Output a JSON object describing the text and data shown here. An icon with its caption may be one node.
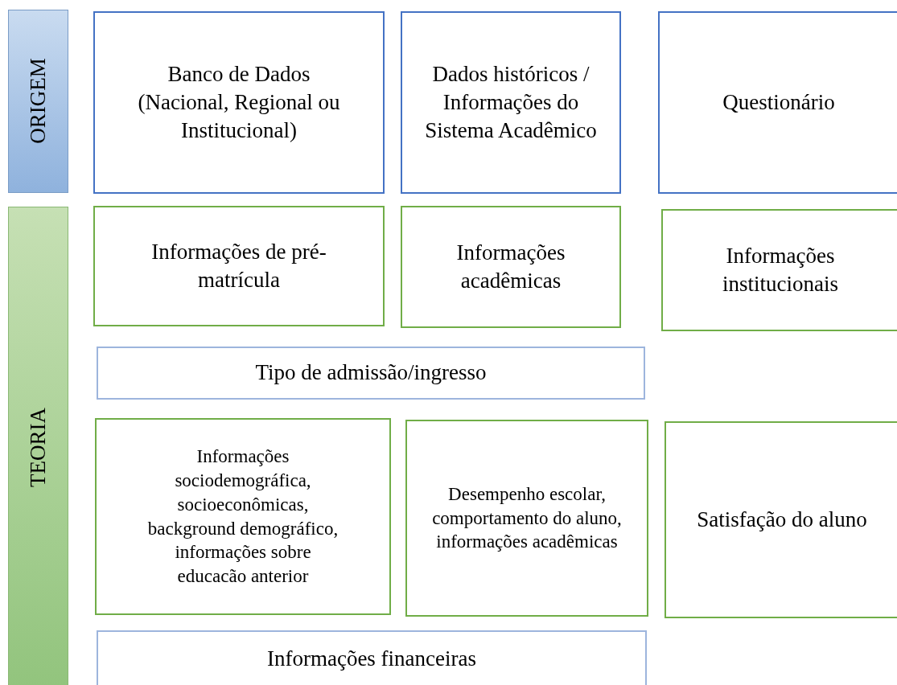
{
  "diagram": {
    "nodes": [
      {
        "text": [
          "ORIGEM"
        ]
      },
      {
        "text": [
          "Banco de Dados (Nacional, Regional ou Institucional)"
        ]
      },
      {
        "text": [
          "Dados históricos / Informações do Sistema Acadêmico"
        ]
      },
      {
        "text": [
          "Questionário"
        ]
      },
      {
        "text": [
          "TEORIA"
        ]
      },
      {
        "text": [
          "Informações de pré-matrícula"
        ]
      },
      {
        "text": [
          "Informações acadêmicas"
        ]
      },
      {
        "text": [
          "Informações institucionais"
        ]
      },
      {
        "text": [
          "Tipo de admissão/ingresso"
        ]
      },
      {
        "text": [
          "Informações sociodemográfica, socioeconômicas, background demográfico, informações sobre educacão anterior"
        ]
      },
      {
        "text": [
          "Desempenho escolar, comportamento do aluno, informações acadêmicas"
        ]
      },
      {
        "text": [
          "Satisfação do aluno"
        ]
      },
      {
        "text": [
          "Informações financeiras"
        ]
      }
    ]
  }
}
